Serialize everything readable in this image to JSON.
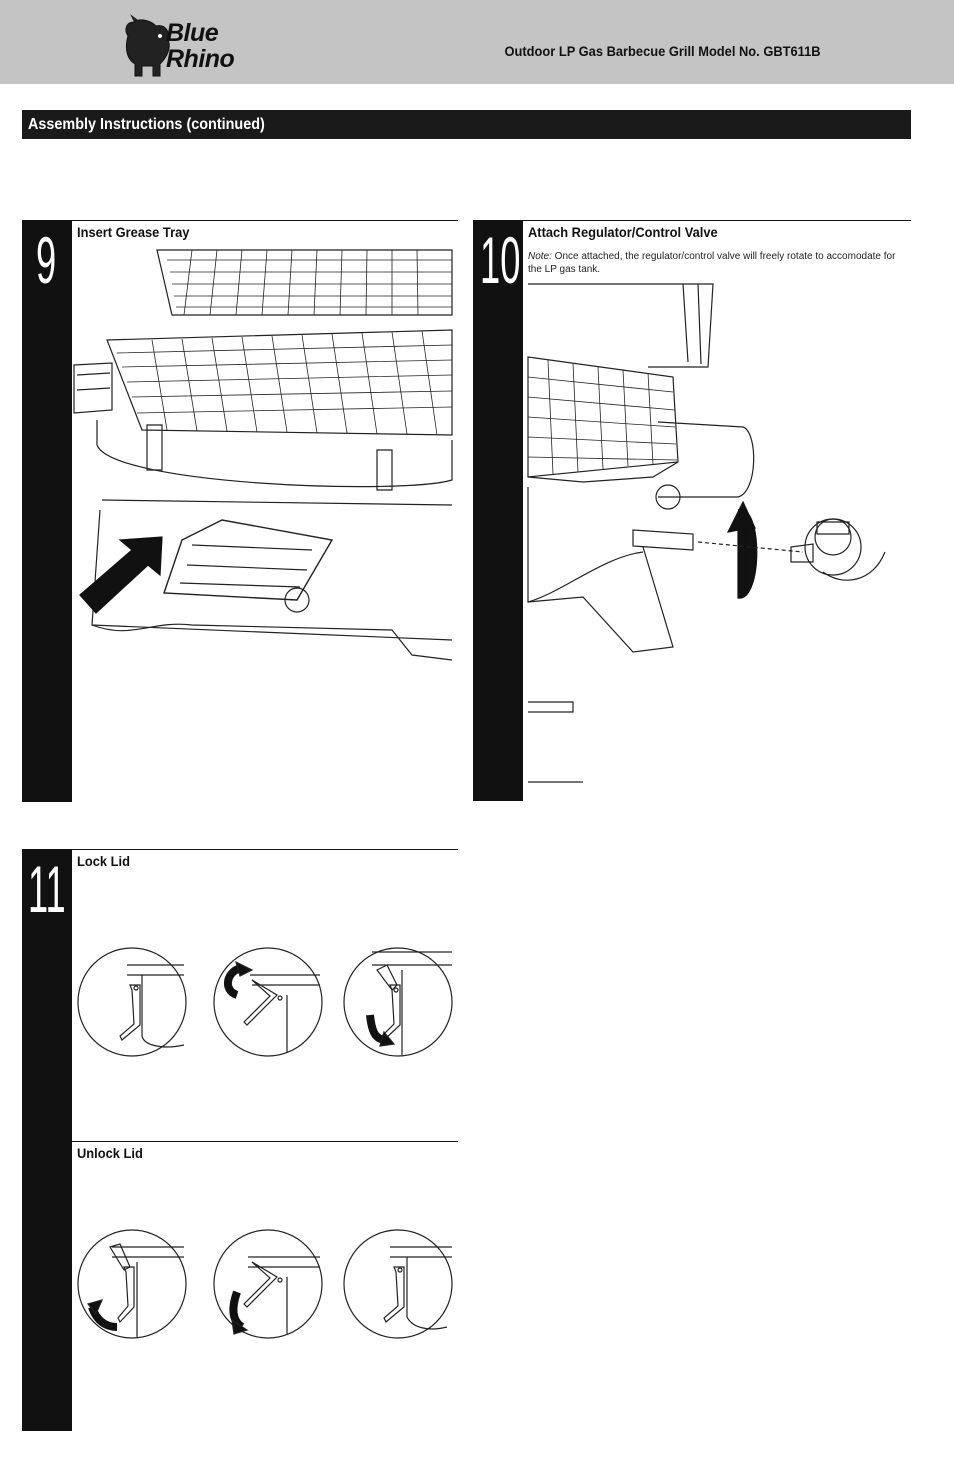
{
  "header": {
    "brand": "Blue Rhino",
    "brand_line1": "Blue",
    "brand_line2": "Rhino",
    "title": "Outdoor LP Gas Barbecue Grill  Model No. GBT611B"
  },
  "section": {
    "title": "Assembly Instructions (continued)"
  },
  "steps": [
    {
      "number": "9",
      "title": "Insert Grease Tray"
    },
    {
      "number": "10",
      "title": "Attach Regulator/Control Valve",
      "note_label": "Note:",
      "note_text": " Once attached, the regulator/control valve will freely rotate to accomodate for the LP gas tank."
    },
    {
      "number": "11",
      "title": "Lock Lid",
      "subtitle": "Unlock Lid"
    }
  ]
}
